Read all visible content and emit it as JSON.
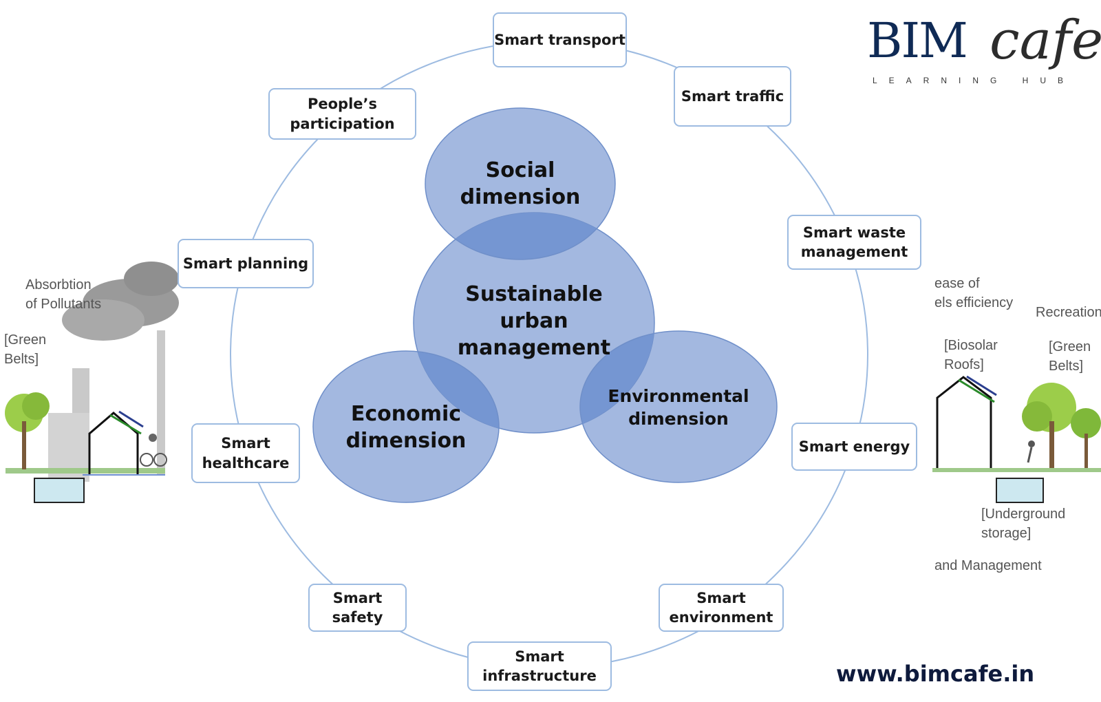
{
  "brand": {
    "main": "BIM",
    "script": "cafe",
    "subtitle": "LEARNING HUB",
    "website": "www.bimcafe.in"
  },
  "center": {
    "main": [
      "Sustainable",
      "urban",
      "management"
    ],
    "social": [
      "Social",
      "dimension"
    ],
    "economic": [
      "Economic",
      "dimension"
    ],
    "environmental": [
      "Environmental",
      "dimension"
    ]
  },
  "ring_items": [
    {
      "id": "transport",
      "lines": [
        "Smart transport"
      ]
    },
    {
      "id": "traffic",
      "lines": [
        "Smart traffic"
      ]
    },
    {
      "id": "waste",
      "lines": [
        "Smart waste",
        "management"
      ]
    },
    {
      "id": "energy",
      "lines": [
        "Smart energy"
      ]
    },
    {
      "id": "environment",
      "lines": [
        "Smart",
        "environment"
      ]
    },
    {
      "id": "infrastructure",
      "lines": [
        "Smart",
        "infrastructure"
      ]
    },
    {
      "id": "safety",
      "lines": [
        "Smart",
        "safety"
      ]
    },
    {
      "id": "healthcare",
      "lines": [
        "Smart",
        "healthcare"
      ]
    },
    {
      "id": "planning",
      "lines": [
        "Smart planning"
      ]
    },
    {
      "id": "participation",
      "lines": [
        "People’s",
        "participation"
      ]
    }
  ],
  "left_illustration": {
    "pollutants": [
      "Absorbtion",
      "of Pollutants"
    ],
    "green_belts": [
      "[Green",
      "Belts]"
    ]
  },
  "right_illustration": {
    "efficiency": [
      "ease of",
      "els efficiency"
    ],
    "recreation": "Recreation",
    "biosolar": [
      "[Biosolar",
      "Roofs]"
    ],
    "green_belts": [
      "[Green",
      "Belts]"
    ],
    "underground": [
      "[Underground",
      "storage]"
    ],
    "management": "and Management"
  },
  "colors": {
    "ring": "#9dbbe1",
    "circle_fill": "#a3b8e0",
    "overlap_fill": "#7596d2",
    "circle_stroke": "#6f8fc9"
  }
}
